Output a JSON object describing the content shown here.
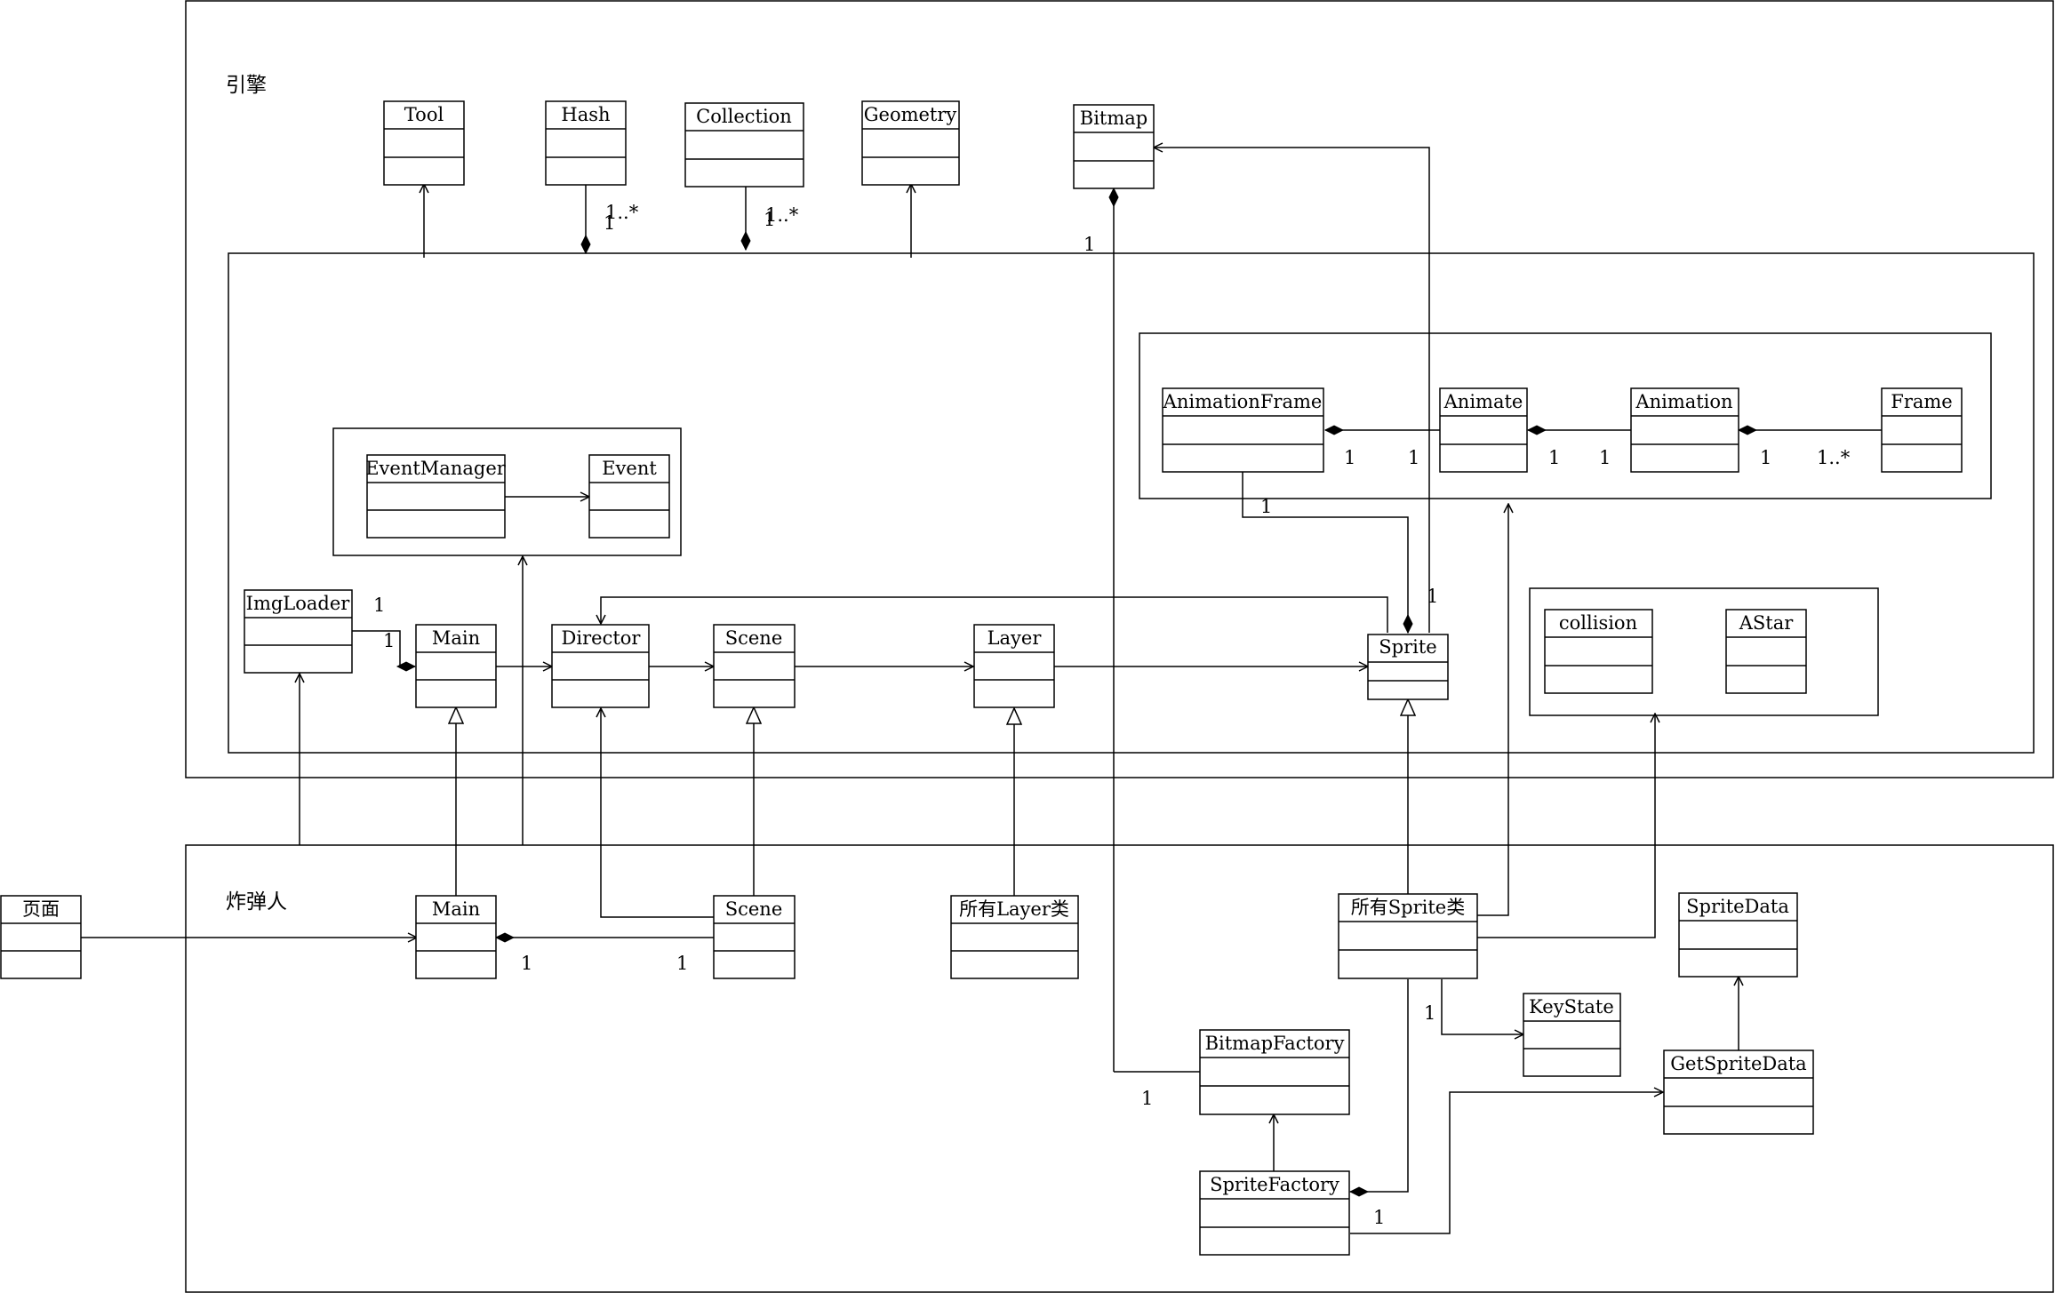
{
  "packages": {
    "engine": "引擎",
    "game": "炸弹人"
  },
  "classes": {
    "tool": "Tool",
    "hash": "Hash",
    "collection": "Collection",
    "geometry": "Geometry",
    "bitmap": "Bitmap",
    "animation_frame": "AnimationFrame",
    "animate": "Animate",
    "animation": "Animation",
    "frame": "Frame",
    "event_manager": "EventManager",
    "event": "Event",
    "img_loader": "ImgLoader",
    "main": "Main",
    "director": "Director",
    "scene": "Scene",
    "layer": "Layer",
    "sprite": "Sprite",
    "collision": "collision",
    "astar": "AStar",
    "page": "页面",
    "game_main": "Main",
    "game_scene": "Scene",
    "all_layers": "所有Layer类",
    "all_sprites": "所有Sprite类",
    "sprite_data": "SpriteData",
    "key_state": "KeyState",
    "bitmap_factory": "BitmapFactory",
    "get_sprite_data": "GetSpriteData",
    "sprite_factory": "SpriteFactory"
  },
  "multiplicities": {
    "hash_one": "1",
    "hash_many": "1..*",
    "collection_one": "1",
    "collection_many": "1..*",
    "bitmap_one": "1",
    "af_animate_left": "1",
    "af_animate_right": "1",
    "animate_animation_left": "1",
    "animate_animation_right": "1",
    "animation_frame_left": "1",
    "animation_frame_many": "1..*",
    "af_sprite": "1",
    "sprite_bitmap": "1",
    "imgloader_main_a": "1",
    "imgloader_main_b": "1",
    "game_main_scene_left": "1",
    "game_main_scene_right": "1",
    "keystate": "1",
    "bitmapfactory": "1",
    "spritefactory": "1"
  }
}
